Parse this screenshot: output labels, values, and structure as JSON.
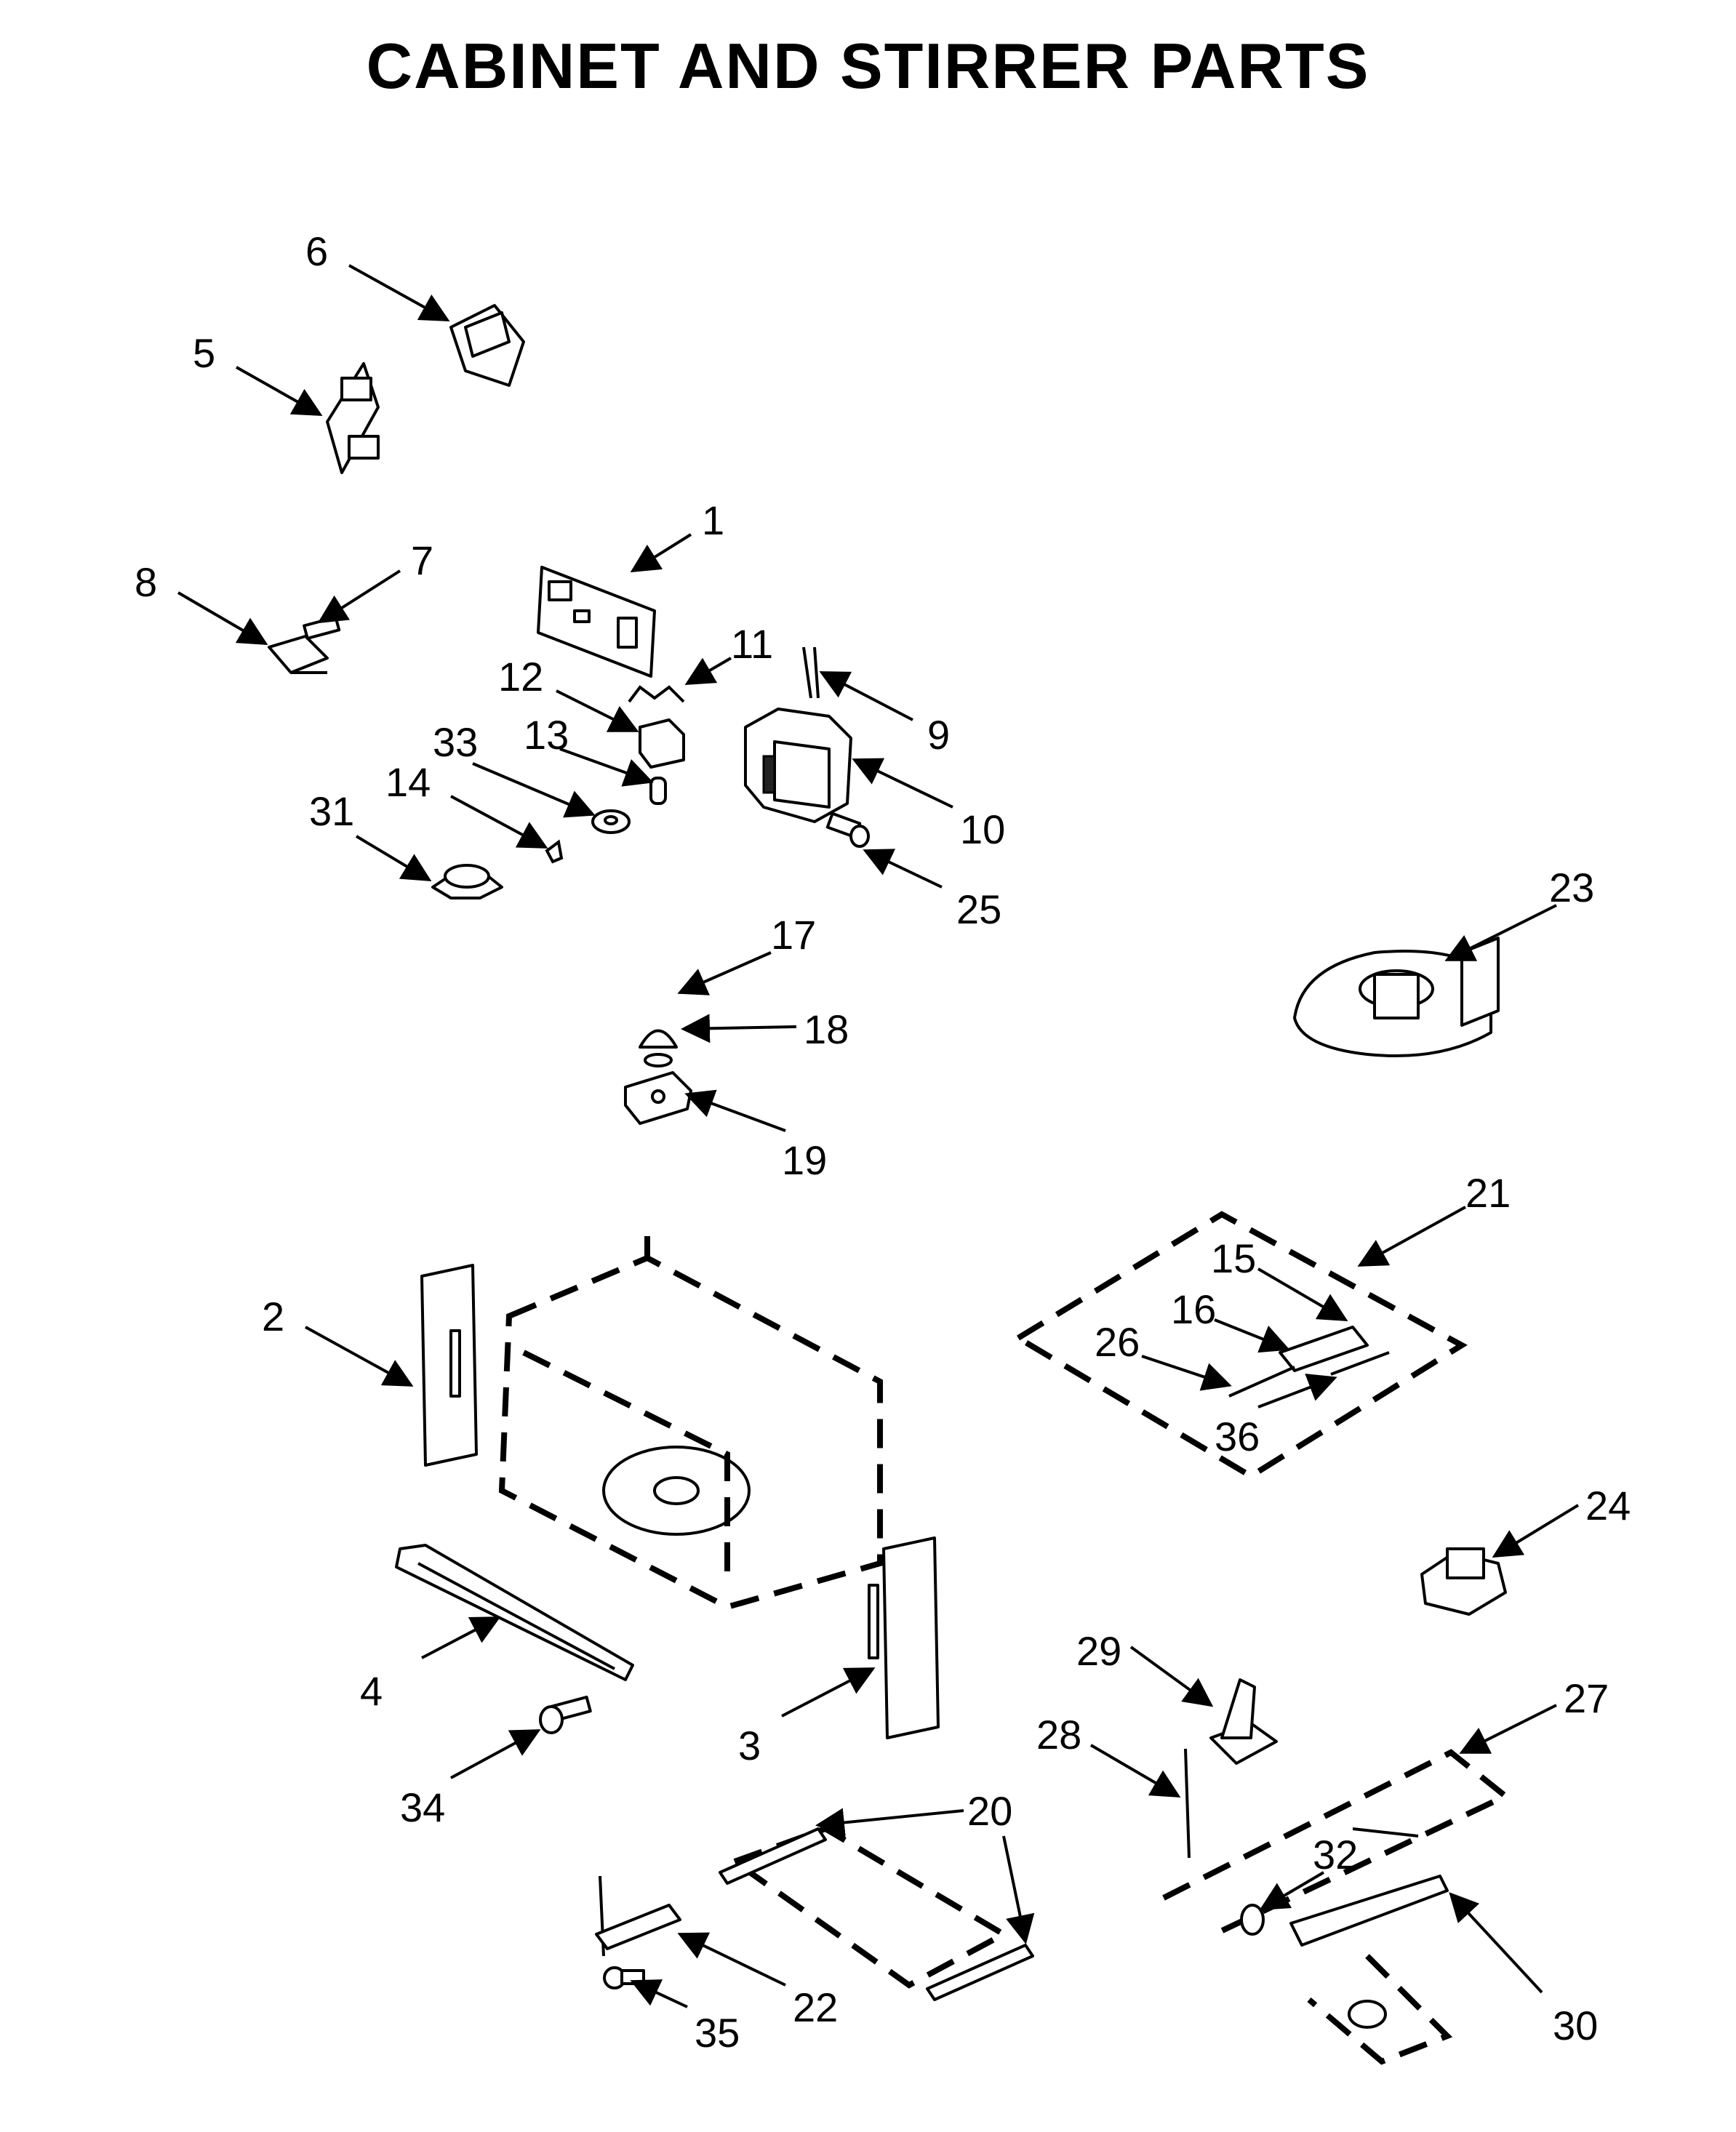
{
  "title": "CABINET AND STIRRER PARTS",
  "part_labels": [
    "1",
    "2",
    "3",
    "4",
    "5",
    "6",
    "7",
    "8",
    "9",
    "10",
    "11",
    "12",
    "13",
    "14",
    "15",
    "16",
    "17",
    "18",
    "19",
    "20",
    "21",
    "22",
    "23",
    "24",
    "25",
    "26",
    "27",
    "28",
    "29",
    "30",
    "31",
    "32",
    "33",
    "34",
    "35",
    "36"
  ]
}
